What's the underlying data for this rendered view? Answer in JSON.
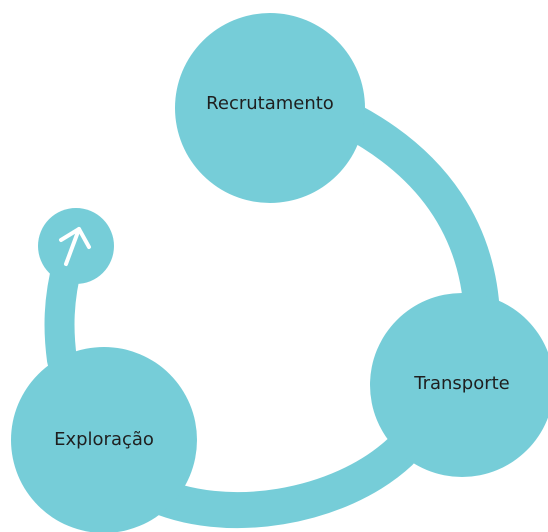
{
  "diagram": {
    "nodes": [
      {
        "id": "recrutamento",
        "label": "Recrutamento"
      },
      {
        "id": "transporte",
        "label": "Transporte"
      },
      {
        "id": "exploracao",
        "label": "Exploração"
      }
    ],
    "start_marker_icon": "arrow-up-icon",
    "colors": {
      "node_fill": "#76cdd8",
      "connector": "#76cdd8",
      "label": "#1f1f1f",
      "icon": "#ffffff",
      "background": "#ffffff"
    }
  }
}
